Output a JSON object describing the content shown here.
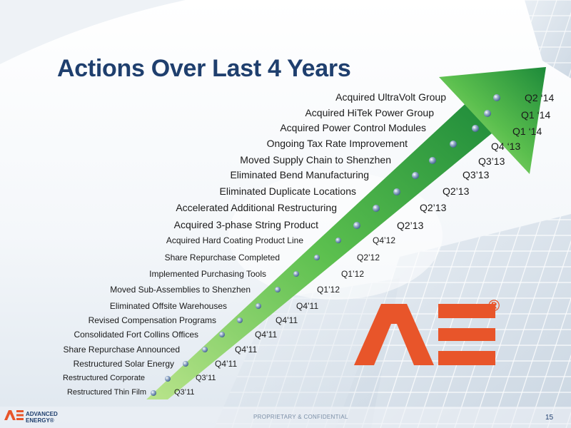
{
  "slide": {
    "title": "Actions Over Last 4 Years",
    "footer_center": "PROPRIETARY & CONFIDENTIAL",
    "page_number": "15",
    "footer_brand": "ADVANCED\nENERGY®",
    "logo_mark": "ΔE",
    "registered": "®"
  },
  "colors": {
    "title": "#1f3f6e",
    "arrow_light": "#a8dd7a",
    "arrow_dark": "#1d8a3a",
    "logo_orange": "#e8552a",
    "marker_blue": "#5b7fb0"
  },
  "milestones": [
    {
      "action": "Acquired UltraVolt Group",
      "quarter": "Q2 ‘14"
    },
    {
      "action": "Acquired HiTek Power Group",
      "quarter": "Q1 ‘14"
    },
    {
      "action": "Acquired Power Control Modules",
      "quarter": "Q1 ‘14"
    },
    {
      "action": "Ongoing Tax Rate Improvement",
      "quarter": "Q4 ‘13"
    },
    {
      "action": "Moved Supply Chain to Shenzhen",
      "quarter": "Q3’13"
    },
    {
      "action": "Eliminated Bend Manufacturing",
      "quarter": "Q3’13"
    },
    {
      "action": "Eliminated Duplicate Locations",
      "quarter": "Q2’13"
    },
    {
      "action": "Accelerated Additional Restructuring",
      "quarter": "Q2’13"
    },
    {
      "action": "Acquired 3-phase String Product",
      "quarter": "Q2’13"
    },
    {
      "action": "Acquired Hard Coating Product Line",
      "quarter": "Q4’12"
    },
    {
      "action": "Share Repurchase Completed",
      "quarter": "Q2’12"
    },
    {
      "action": "Implemented Purchasing Tools",
      "quarter": "Q1’12"
    },
    {
      "action": "Moved Sub-Assemblies to Shenzhen",
      "quarter": "Q1’12"
    },
    {
      "action": "Eliminated Offsite Warehouses",
      "quarter": "Q4’11"
    },
    {
      "action": "Revised Compensation Programs",
      "quarter": "Q4’11"
    },
    {
      "action": "Consolidated Fort Collins Offices",
      "quarter": "Q4’11"
    },
    {
      "action": "Share Repurchase Announced",
      "quarter": "Q4’11"
    },
    {
      "action": "Restructured Solar Energy",
      "quarter": "Q4’11"
    },
    {
      "action": "Restructured Corporate",
      "quarter": "Q3’11"
    },
    {
      "action": "Restructured Thin Film",
      "quarter": "Q3’11"
    }
  ]
}
